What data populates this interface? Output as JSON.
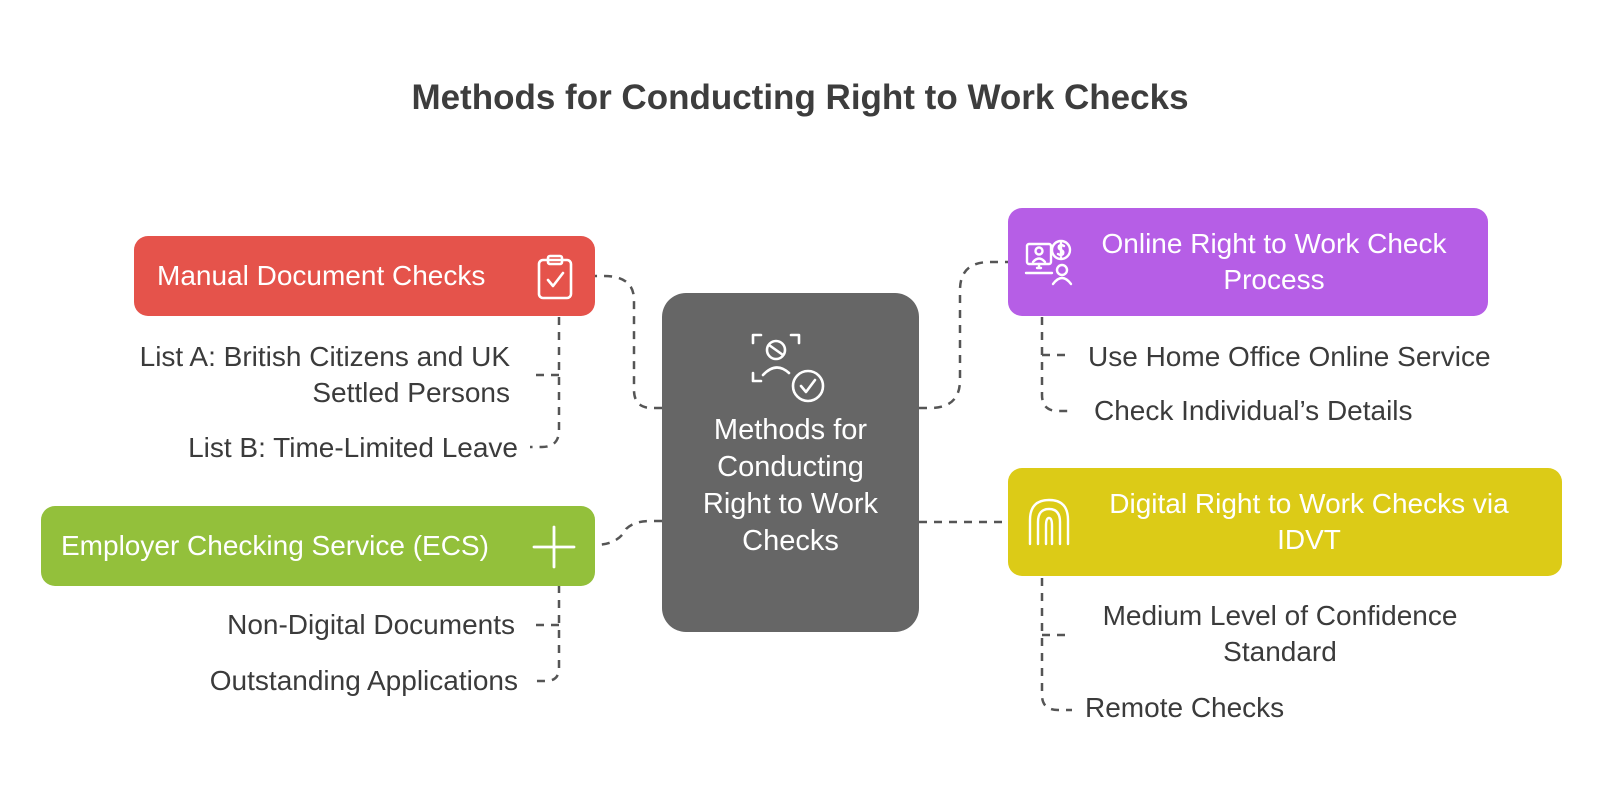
{
  "title": "Methods for Conducting Right to Work Checks",
  "center": {
    "label": "Methods for Conducting Right to Work Checks",
    "icon": "face-scan-check-icon"
  },
  "branches": {
    "manual": {
      "label": "Manual Document Checks",
      "color": "#e5534b",
      "icon": "clipboard-check-icon",
      "items": [
        "List A: British Citizens and UK Settled Persons",
        "List B: Time-Limited Leave"
      ]
    },
    "ecs": {
      "label": "Employer Checking Service (ECS)",
      "color": "#93c03b",
      "icon": "plus-icon",
      "items": [
        "Non-Digital Documents",
        "Outstanding Applications"
      ]
    },
    "online": {
      "label": "Online Right to Work Check Process",
      "color": "#b65ee6",
      "icon": "online-payment-user-icon",
      "items": [
        "Use Home Office Online Service",
        "Check Individual’s Details"
      ]
    },
    "digital": {
      "label": "Digital Right to Work Checks via IDVT",
      "color": "#dccb17",
      "icon": "fingerprint-icon",
      "items": [
        "Medium Level of Confidence Standard",
        "Remote Checks"
      ]
    }
  },
  "line_color": "#555555"
}
